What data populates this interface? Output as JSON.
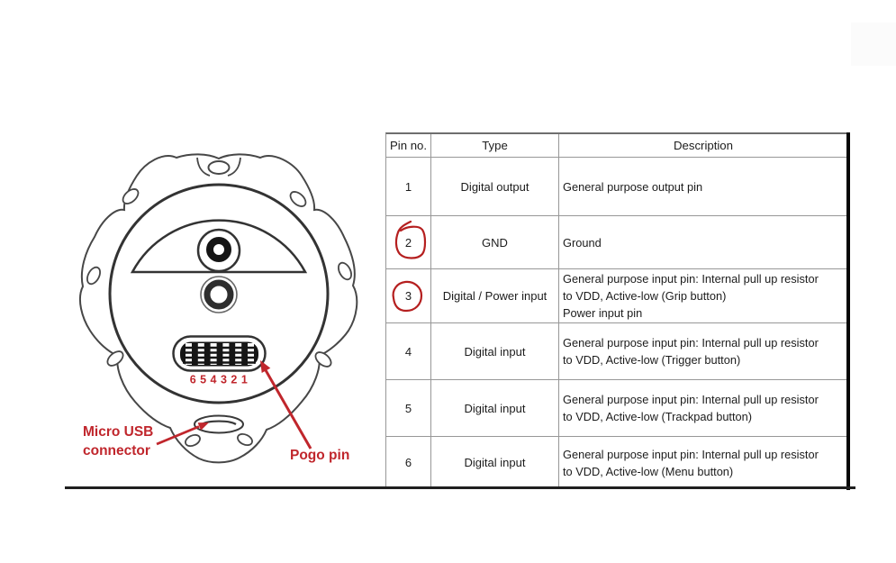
{
  "colors": {
    "annotation_red": "#c0262c",
    "drawing_line": "#3d3d3d",
    "table_border": "#979797"
  },
  "table": {
    "headers": [
      "Pin no.",
      "Type",
      "Description"
    ],
    "rows": [
      {
        "pin": "1",
        "type": "Digital output",
        "desc": "General purpose output pin"
      },
      {
        "pin": "2",
        "type": "GND",
        "desc": "Ground"
      },
      {
        "pin": "3",
        "type": "Digital / Power input",
        "desc": "General purpose input pin: Internal pull up resistor\nto VDD, Active-low (Grip button)\nPower input pin"
      },
      {
        "pin": "4",
        "type": "Digital input",
        "desc": "General purpose input pin: Internal pull up resistor\nto VDD, Active-low (Trigger button)"
      },
      {
        "pin": "5",
        "type": "Digital input",
        "desc": "General purpose input pin: Internal pull up resistor\nto VDD, Active-low (Trackpad button)"
      },
      {
        "pin": "6",
        "type": "Digital input",
        "desc": "General purpose input pin: Internal pull up resistor\nto VDD, Active-low (Menu button)"
      }
    ],
    "annotated_pins": [
      "2",
      "3"
    ]
  },
  "diagram": {
    "pin_numbers": "6 5 4 3 2 1",
    "labels": {
      "micro_usb_line1": "Micro USB",
      "micro_usb_line2": "connector",
      "pogo_pin": "Pogo pin"
    }
  }
}
